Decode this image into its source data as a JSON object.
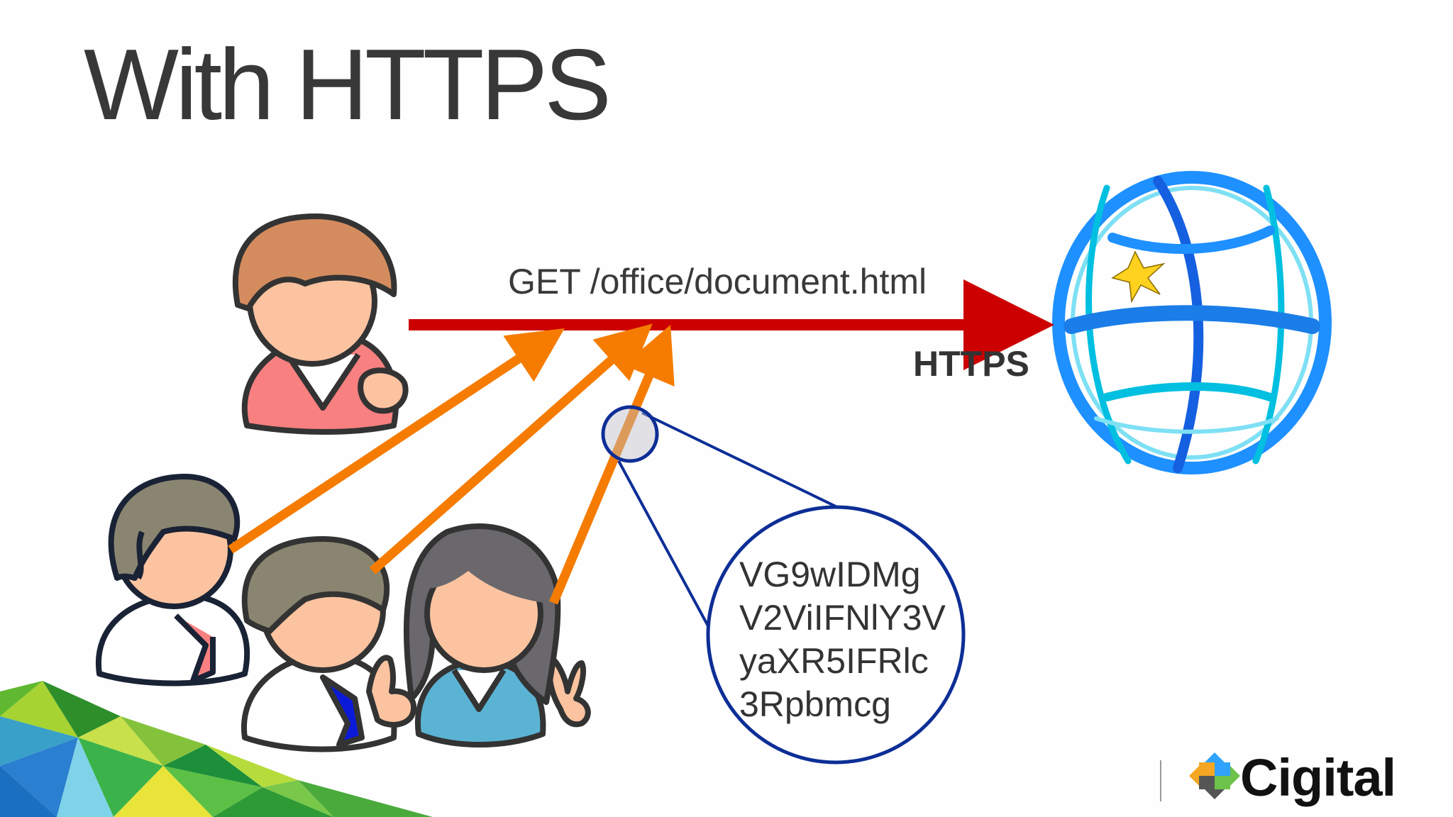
{
  "slide": {
    "title": "With HTTPS"
  },
  "diagram": {
    "request_label": "GET /office/document.html",
    "protocol_label": "HTTPS",
    "encrypted_text": [
      "VG9wIDMg",
      "V2ViIFNlY3V",
      "yaXR5IFRlc",
      "3Rpbmcg"
    ]
  },
  "logo": {
    "name": "Cigital"
  },
  "colors": {
    "request_arrow": "#cc0000",
    "eavesdrop_arrows": "#f57c00",
    "zoom_callout": "#0d2e96",
    "globe": "#1e90ff"
  },
  "icons": [
    "user-icon",
    "eavesdropper-icon",
    "globe-icon",
    "zoom-callout",
    "cigital-logo"
  ]
}
